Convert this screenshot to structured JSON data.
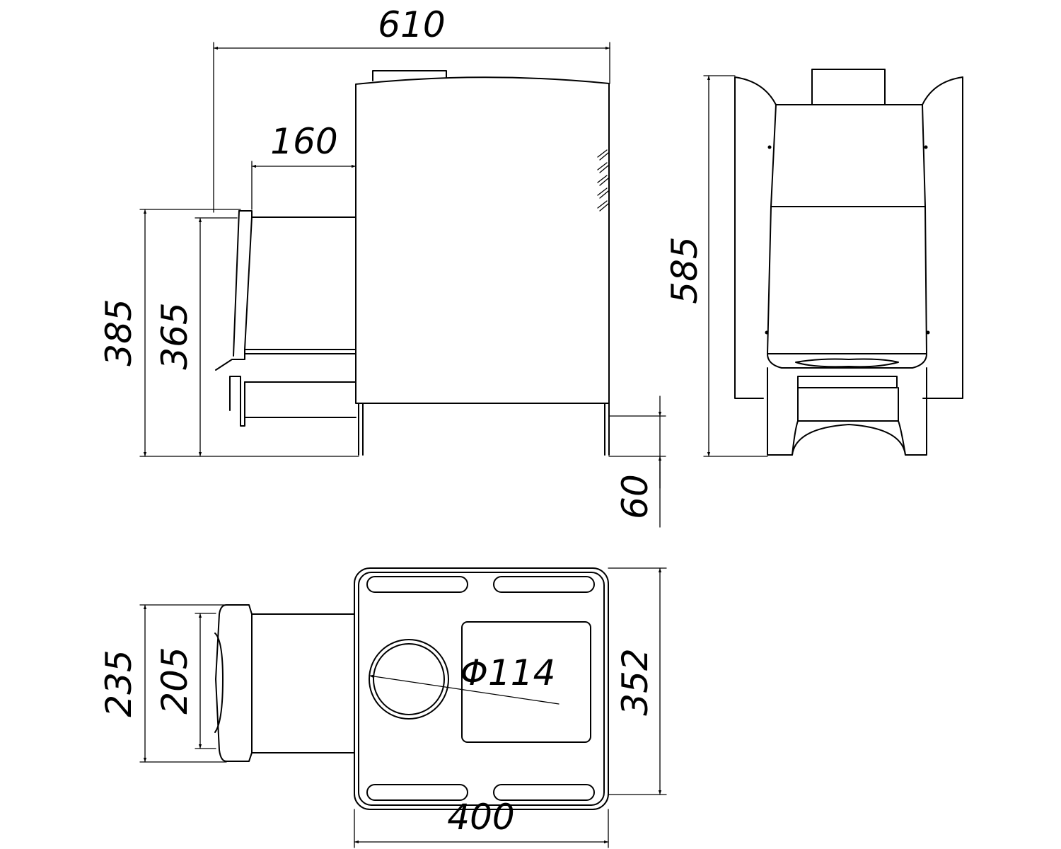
{
  "dimensions": {
    "overall_length": "610",
    "door_projection": "160",
    "door_height_outer": "385",
    "door_height_inner": "365",
    "total_height": "585",
    "leg_height": "60",
    "door_width_outer": "235",
    "door_width_inner": "205",
    "chimney_diameter": "Φ114",
    "body_depth": "352",
    "body_width": "400"
  }
}
